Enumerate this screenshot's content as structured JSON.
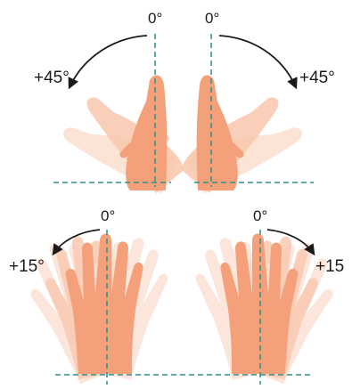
{
  "diagram": {
    "top_left": {
      "zero_label": "0°",
      "angle_label": "+45°"
    },
    "top_right": {
      "zero_label": "0°",
      "angle_label": "+45°"
    },
    "bottom_left": {
      "zero_label": "0°",
      "angle_label": "+15°"
    },
    "bottom_right": {
      "zero_label": "0°",
      "angle_label": "+15"
    }
  },
  "colors": {
    "skin": "#f4a07a",
    "skin_light": "#f8c7ae",
    "skin_faint": "#fbe0d2",
    "skin_shadow": "#e8845c",
    "guide_line": "#2f8f86",
    "arc": "#1a1a1a"
  },
  "icons": [
    "hand-icon",
    "arc-arrow-icon"
  ]
}
